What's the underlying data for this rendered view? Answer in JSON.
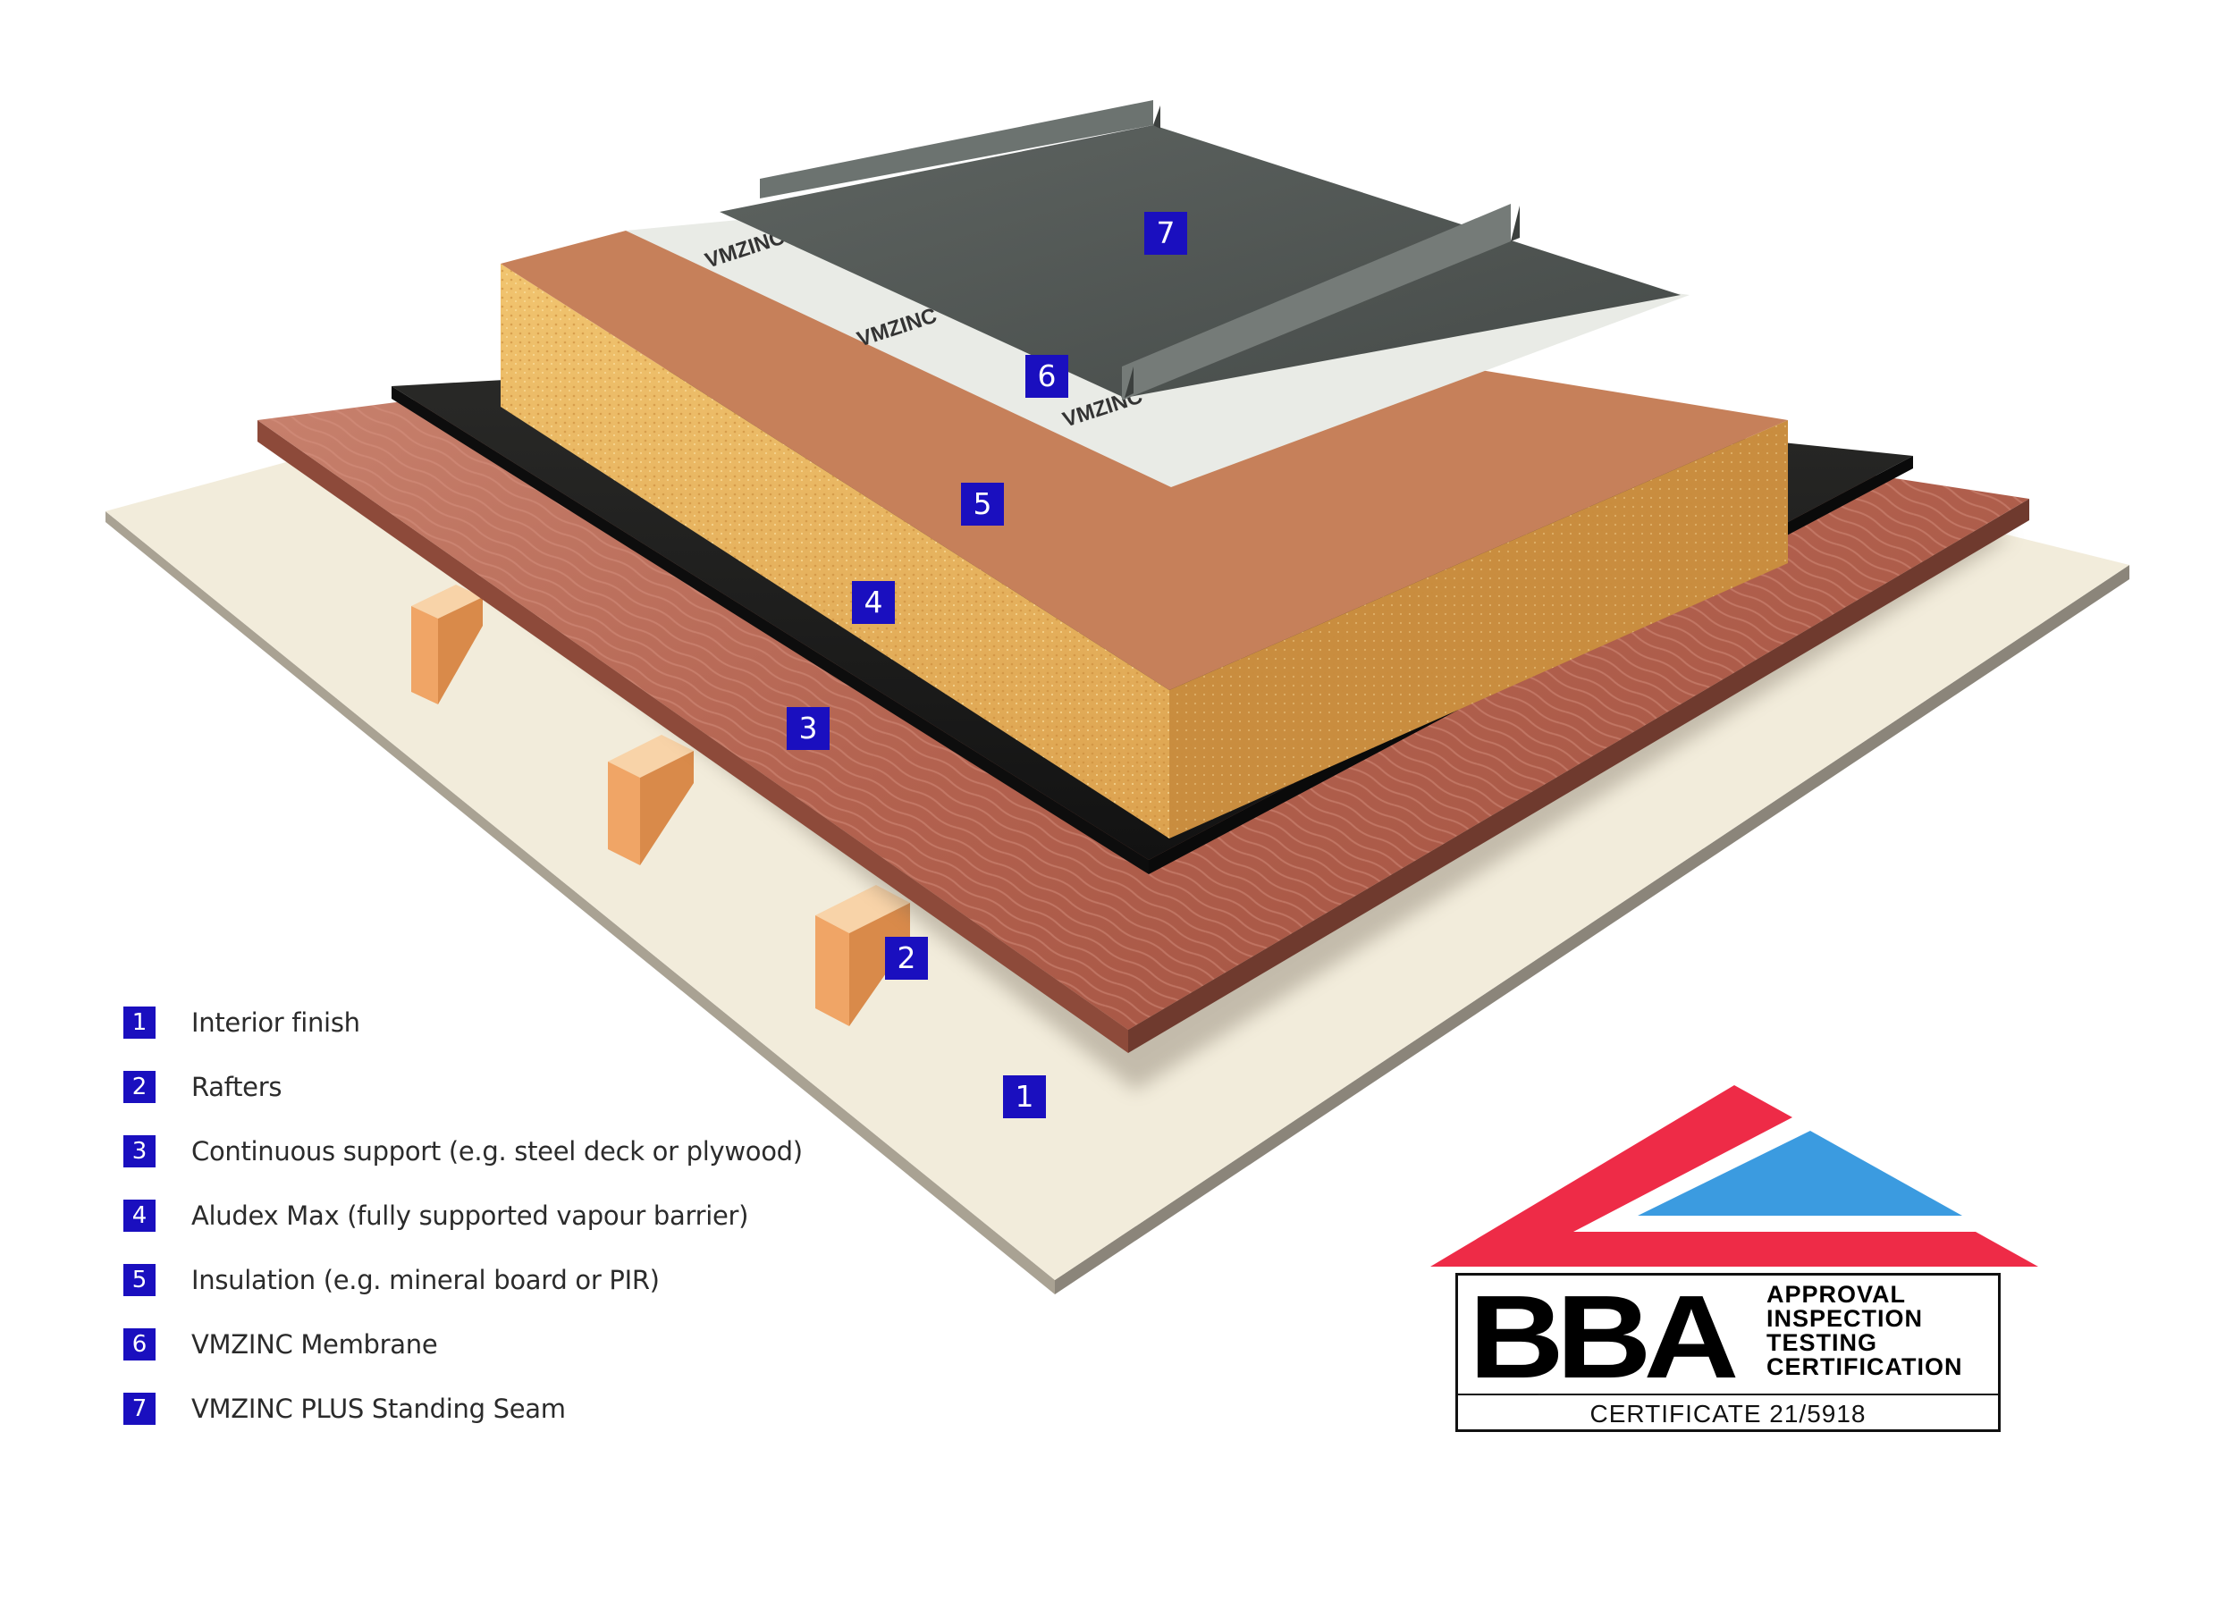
{
  "diagram": {
    "callouts": [
      "1",
      "2",
      "3",
      "4",
      "5",
      "6",
      "7"
    ],
    "brand_print": "VMZINC",
    "colors": {
      "interior_finish": "#f2ecdb",
      "rafters": "#f2b277",
      "deck": "#b86c5a",
      "vapour_barrier": "#1c1c1c",
      "insulation": "#e8b060",
      "membrane": "#e9ebe6",
      "zinc": "#4f5552",
      "label_box": "#1a0fbf"
    }
  },
  "legend": [
    {
      "number": "1",
      "label": "Interior finish"
    },
    {
      "number": "2",
      "label": "Rafters"
    },
    {
      "number": "3",
      "label": "Continuous support (e.g. steel deck or plywood)"
    },
    {
      "number": "4",
      "label": "Aludex Max (fully supported vapour barrier)"
    },
    {
      "number": "5",
      "label": "Insulation (e.g. mineral board or PIR)"
    },
    {
      "number": "6",
      "label": "VMZINC Membrane"
    },
    {
      "number": "7",
      "label": "VMZINC PLUS Standing Seam"
    }
  ],
  "certification": {
    "logo_text": "BBA",
    "tags": [
      "APPROVAL",
      "INSPECTION",
      "TESTING",
      "CERTIFICATION"
    ],
    "certificate": "CERTIFICATE 21/5918",
    "colors": {
      "red": "#ee2b47",
      "blue": "#3b9be0"
    }
  }
}
